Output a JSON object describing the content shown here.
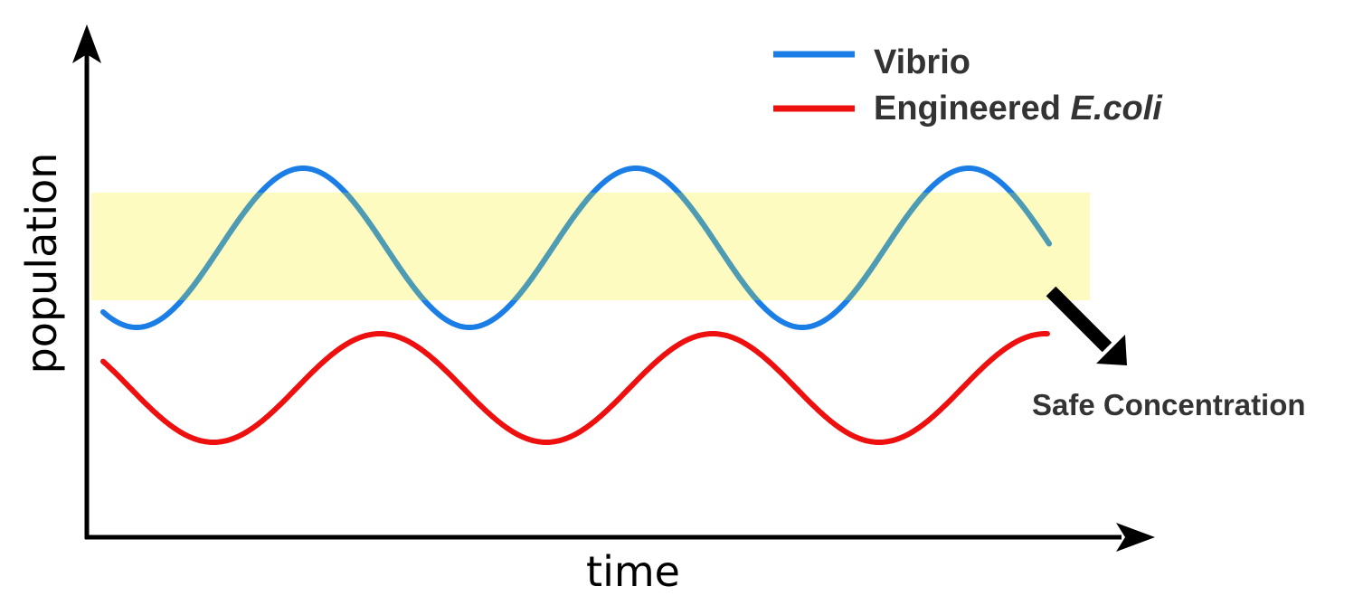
{
  "legend": {
    "series": [
      {
        "name": "Vibrio",
        "name_italic": "",
        "color": "#1a7ee6"
      },
      {
        "name": "Engineered ",
        "name_italic": "E.coli",
        "color": "#ee0f0f"
      }
    ]
  },
  "axes": {
    "xlabel": "time",
    "ylabel": "population"
  },
  "band": {
    "label": "Safe Concentration",
    "color": "#fdfbbf"
  },
  "colors": {
    "axis": "#000000",
    "arrow": "#000000"
  }
}
